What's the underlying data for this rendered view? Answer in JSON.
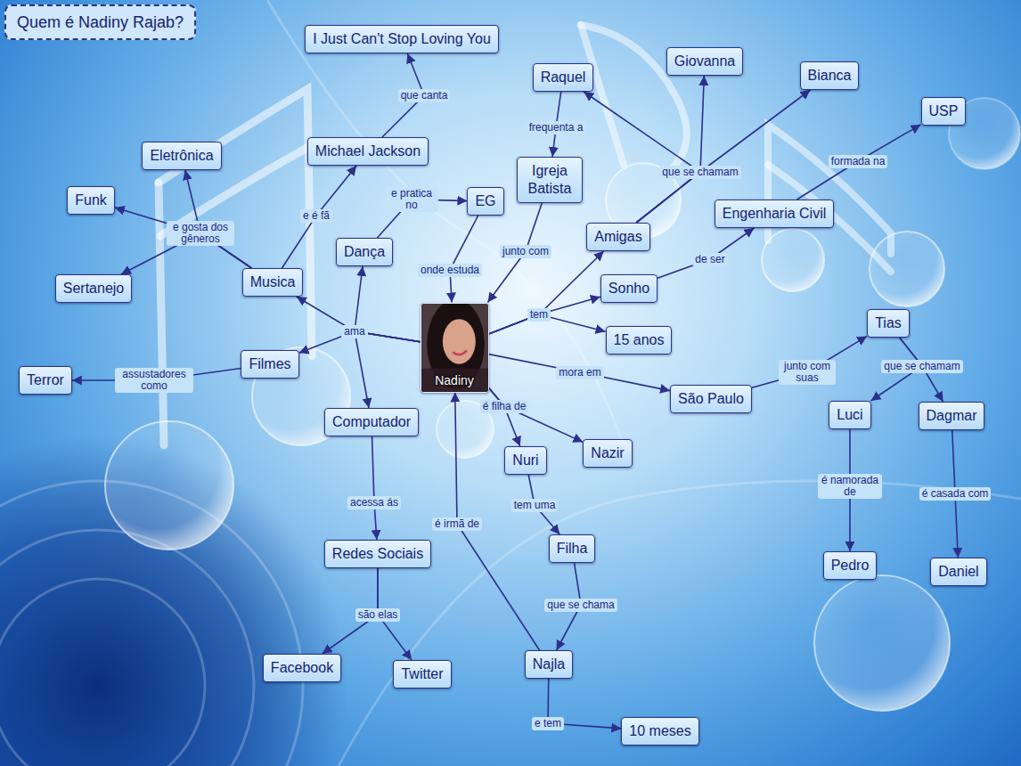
{
  "diagram": {
    "title": "Quem é Nadiny Rajab?",
    "nodes": [
      {
        "text": [
          "Nadiny"
        ]
      },
      {
        "text": [
          "I Just Can't Stop Loving You"
        ]
      },
      {
        "text": [
          "Michael Jackson"
        ]
      },
      {
        "text": [
          "Eletrônica"
        ]
      },
      {
        "text": [
          "Funk"
        ]
      },
      {
        "text": [
          "Sertanejo"
        ]
      },
      {
        "text": [
          "Musica"
        ]
      },
      {
        "text": [
          "Dança"
        ]
      },
      {
        "text": [
          "EG"
        ]
      },
      {
        "text": [
          "Filmes"
        ]
      },
      {
        "text": [
          "Terror"
        ]
      },
      {
        "text": [
          "Computador"
        ]
      },
      {
        "text": [
          "Redes Sociais"
        ]
      },
      {
        "text": [
          "Facebook"
        ]
      },
      {
        "text": [
          "Twitter"
        ]
      },
      {
        "text": [
          "Raquel"
        ]
      },
      {
        "text": [
          "Giovanna"
        ]
      },
      {
        "text": [
          "Bianca"
        ]
      },
      {
        "text": [
          "Igreja Batista"
        ]
      },
      {
        "text": [
          "Amigas"
        ]
      },
      {
        "text": [
          "Sonho"
        ]
      },
      {
        "text": [
          "15 anos"
        ]
      },
      {
        "text": [
          "Engenharia Civil"
        ]
      },
      {
        "text": [
          "USP"
        ]
      },
      {
        "text": [
          "São Paulo"
        ]
      },
      {
        "text": [
          "Tias"
        ]
      },
      {
        "text": [
          "Luci"
        ]
      },
      {
        "text": [
          "Dagmar"
        ]
      },
      {
        "text": [
          "Pedro"
        ]
      },
      {
        "text": [
          "Daniel"
        ]
      },
      {
        "text": [
          "Nuri"
        ]
      },
      {
        "text": [
          "Nazir"
        ]
      },
      {
        "text": [
          "Filha"
        ]
      },
      {
        "text": [
          "Najla"
        ]
      },
      {
        "text": [
          "10 meses"
        ]
      }
    ],
    "edges": [
      {
        "from": 0,
        "to": 6,
        "label": "ama",
        "arrow": "to"
      },
      {
        "from": 0,
        "to": 7,
        "arrow": "to"
      },
      {
        "from": 0,
        "to": 9,
        "arrow": "to"
      },
      {
        "from": 0,
        "to": 11,
        "arrow": "to"
      },
      {
        "from": 6,
        "to": 3,
        "label": "e gosta dos gêneros",
        "arrow": "to"
      },
      {
        "from": 6,
        "to": 4,
        "arrow": "to"
      },
      {
        "from": 6,
        "to": 5,
        "arrow": "to"
      },
      {
        "from": 6,
        "to": 2,
        "label": "e é fã",
        "arrow": "to"
      },
      {
        "from": 2,
        "to": 1,
        "label": "que canta",
        "arrow": "to"
      },
      {
        "from": 7,
        "to": 8,
        "label": "e pratica no",
        "arrow": "to"
      },
      {
        "from": 8,
        "to": 0,
        "label": "onde estuda",
        "arrow": "to"
      },
      {
        "from": 9,
        "to": 10,
        "label": "assustadores como",
        "arrow": "to"
      },
      {
        "from": 11,
        "to": 12,
        "label": "acessa ás",
        "arrow": "to"
      },
      {
        "from": 12,
        "to": 13,
        "label": "são elas",
        "arrow": "to"
      },
      {
        "from": 12,
        "to": 14,
        "arrow": "to"
      },
      {
        "from": 0,
        "to": 19,
        "label": "tem",
        "arrow": "to"
      },
      {
        "from": 0,
        "to": 20,
        "arrow": "to"
      },
      {
        "from": 0,
        "to": 21,
        "arrow": "to"
      },
      {
        "from": 19,
        "to": 15,
        "label": "que se chamam",
        "arrow": "to"
      },
      {
        "from": 19,
        "to": 16,
        "arrow": "to"
      },
      {
        "from": 19,
        "to": 17,
        "arrow": "to"
      },
      {
        "from": 15,
        "to": 18,
        "label": "frequenta a",
        "arrow": "to"
      },
      {
        "from": 18,
        "to": 0,
        "label": "junto com",
        "arrow": "to"
      },
      {
        "from": 20,
        "to": 22,
        "label": "de ser",
        "arrow": "to"
      },
      {
        "from": 22,
        "to": 23,
        "label": "formada na",
        "arrow": "to"
      },
      {
        "from": 0,
        "to": 24,
        "label": "mora em",
        "arrow": "to"
      },
      {
        "from": 24,
        "to": 25,
        "label": "junto com suas",
        "arrow": "to"
      },
      {
        "from": 25,
        "to": 26,
        "label": "que se chamam",
        "arrow": "to"
      },
      {
        "from": 25,
        "to": 27,
        "arrow": "to"
      },
      {
        "from": 26,
        "to": 28,
        "label": "é namorada de",
        "arrow": "to"
      },
      {
        "from": 27,
        "to": 29,
        "label": "é casada com",
        "arrow": "to"
      },
      {
        "from": 0,
        "to": 30,
        "label": "é filha de",
        "arrow": "to"
      },
      {
        "from": 0,
        "to": 31,
        "arrow": "to"
      },
      {
        "from": 30,
        "to": 32,
        "label": "tem uma",
        "arrow": "to"
      },
      {
        "from": 32,
        "to": 33,
        "label": "que se chama",
        "arrow": "to"
      },
      {
        "from": 33,
        "to": 0,
        "label": "é irmã de",
        "arrow": "to"
      },
      {
        "from": 33,
        "to": 34,
        "label": "e tem",
        "arrow": "to"
      }
    ]
  }
}
